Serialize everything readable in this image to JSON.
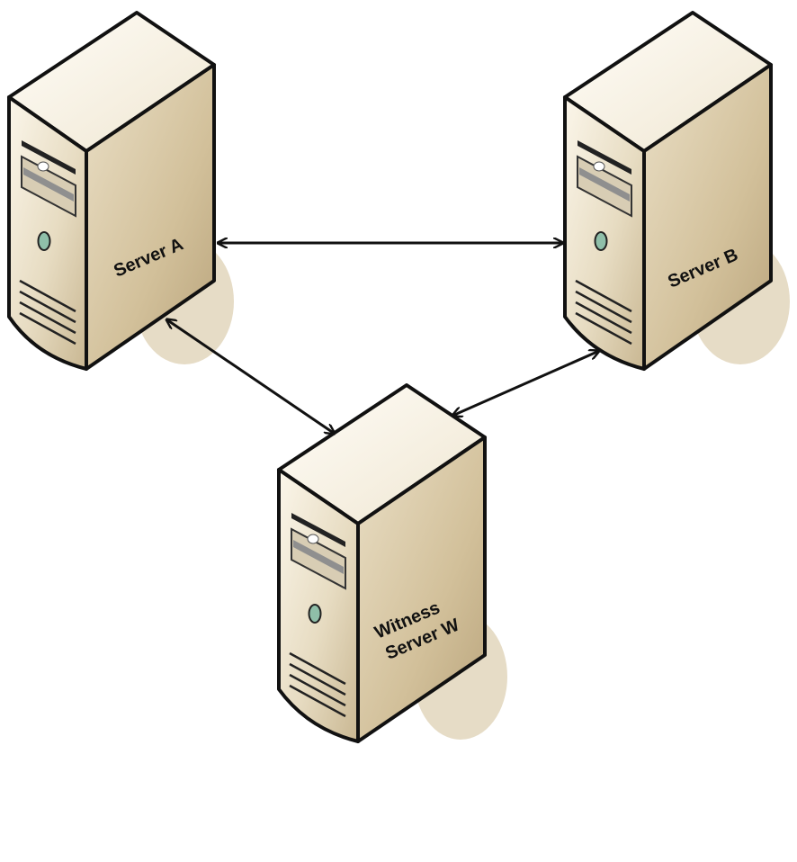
{
  "diagram": {
    "nodes": [
      {
        "id": "server-a",
        "label_lines": [
          "Server A"
        ]
      },
      {
        "id": "server-b",
        "label_lines": [
          "Server B"
        ]
      },
      {
        "id": "server-w",
        "label_lines": [
          "Witness",
          "Server W"
        ]
      }
    ],
    "edges": [
      {
        "from": "server-a",
        "to": "server-b",
        "direction": "both"
      },
      {
        "from": "server-a",
        "to": "server-w",
        "direction": "both"
      },
      {
        "from": "server-b",
        "to": "server-w",
        "direction": "both"
      }
    ],
    "colors": {
      "body_light": "#f3ead6",
      "body_mid": "#d7c6a2",
      "body_dark": "#b7a27a",
      "shadow": "#e6dcc6",
      "outline": "#111111",
      "led": "#8fbfa9"
    }
  }
}
